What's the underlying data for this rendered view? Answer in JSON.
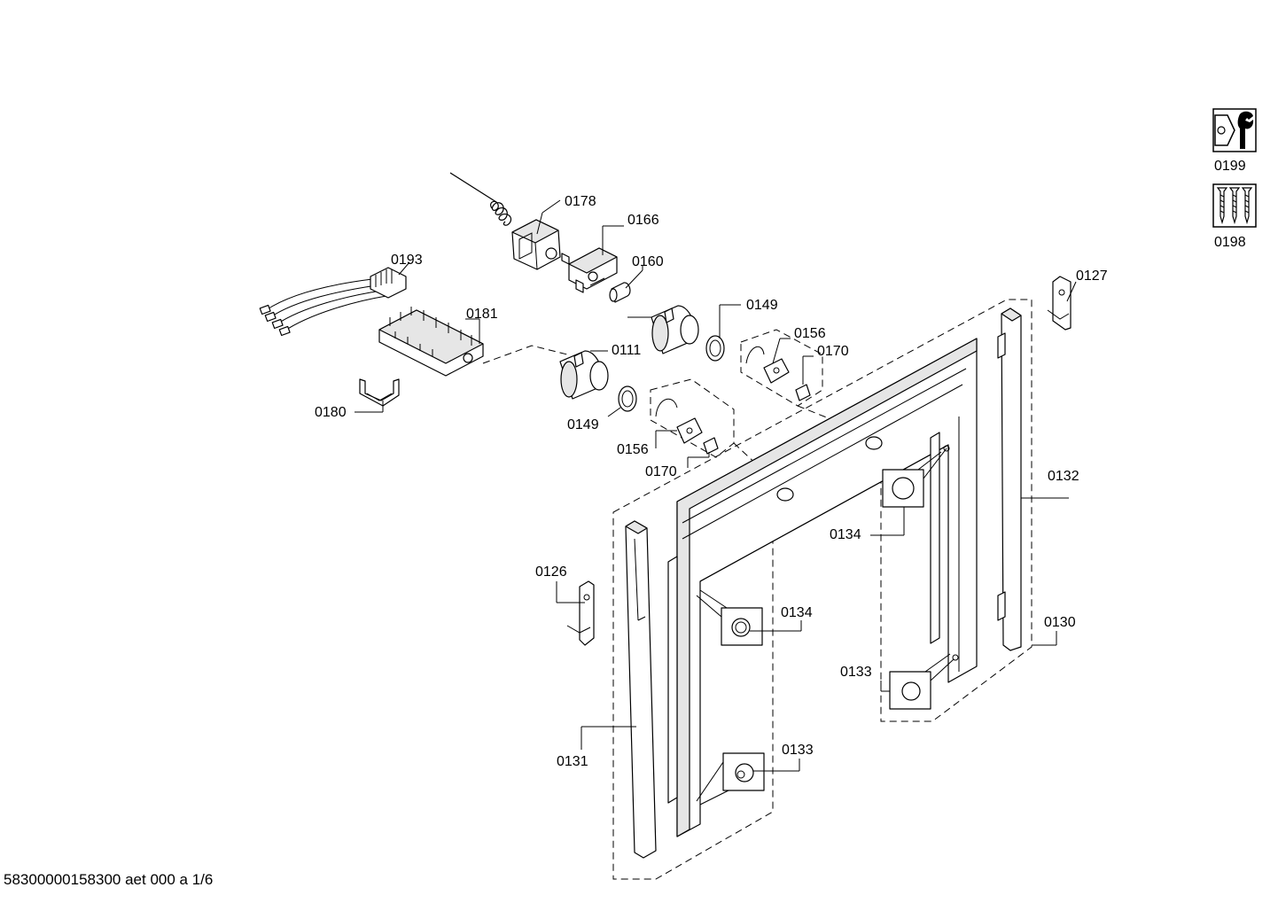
{
  "labels": {
    "p0178": "0178",
    "p0166": "0166",
    "p0160": "0160",
    "p0193": "0193",
    "p0181": "0181",
    "p0149_top": "0149",
    "p0156_top": "0156",
    "p0170_top": "0170",
    "p0111": "0111",
    "p0180": "0180",
    "p0149_bottom": "0149",
    "p0156_bottom": "0156",
    "p0170_bottom": "0170",
    "p0127": "0127",
    "p0132": "0132",
    "p0134_right": "0134",
    "p0126": "0126",
    "p0134_left": "0134",
    "p0130": "0130",
    "p0133_right": "0133",
    "p0131": "0131",
    "p0133_left": "0133"
  },
  "sidebar": {
    "tool_label": "0199",
    "screws_label": "0198"
  },
  "footer": {
    "document_id": "58300000158300 aet 000 a 1/6"
  },
  "icons": [
    "wrench-icon",
    "screws-icon"
  ]
}
